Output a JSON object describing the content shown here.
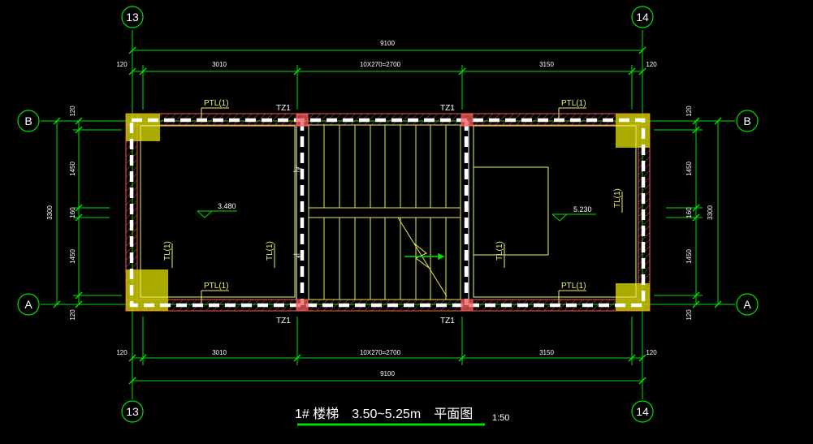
{
  "colors": {
    "background": "#000000",
    "grid": "#00e000",
    "wall": "#f25a5a",
    "beam": "#ffffff",
    "stair": "#e8e85a",
    "column": "#c8c800",
    "text": "#ffffff",
    "label_yellow": "#f0f070"
  },
  "axes": {
    "top_left": "13",
    "top_right": "14",
    "bottom_left": "13",
    "bottom_right": "14",
    "left_top": "B",
    "left_bottom": "A",
    "right_top": "B",
    "right_bottom": "A"
  },
  "dimensions": {
    "total_top": "9100",
    "total_bottom": "9100",
    "seg_left": "3010",
    "seg_mid": "10X270=2700",
    "seg_right": "3150",
    "edge_left": "120",
    "edge_right": "120",
    "v_total": "3300",
    "v_top_edge": "120",
    "v_upper": "1450",
    "v_mid": "160",
    "v_lower": "1450",
    "v_bottom_edge": "120"
  },
  "labels": {
    "ptl": "PTL(1)",
    "tl": "TL(1)",
    "tz": "TZ1",
    "level_left": "3.480",
    "level_right": "5.230",
    "up_mark": "上",
    "down_mark": "下"
  },
  "title": {
    "main": "1# 楼梯　3.50~5.25m　平面图",
    "scale": "1:50"
  }
}
